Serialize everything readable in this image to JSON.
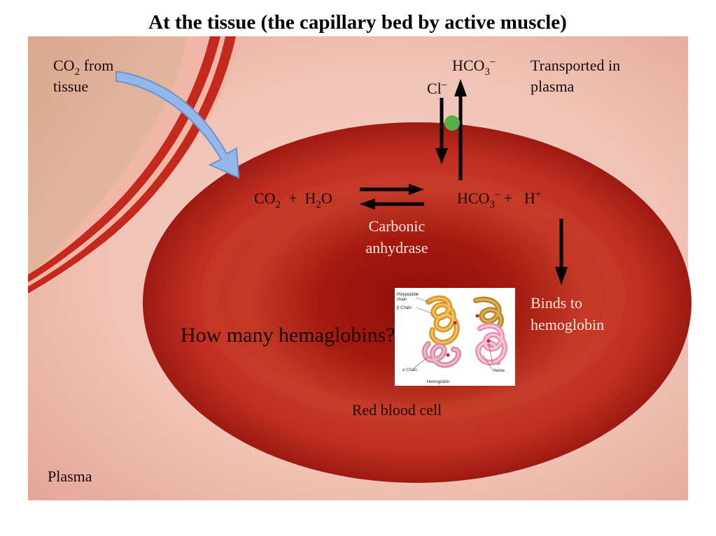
{
  "title": "At the tissue (the capillary bed by active muscle)",
  "labels": {
    "co2_from": "CO",
    "co2_from_sub": "2",
    "co2_from_rest": " from",
    "tissue": "tissue",
    "hco3_top": "HCO",
    "hco3_top_sub": "3",
    "hco3_top_sup": "–",
    "cl": "Cl",
    "cl_sup": "–",
    "transported_1": "Transported in",
    "transported_2": "plasma",
    "eq_co2": "CO",
    "eq_co2_sub": "2",
    "eq_plus1": "  +  H",
    "eq_h2o_sub": "2",
    "eq_o": "O",
    "eq_hco3": "HCO",
    "eq_hco3_sub": "3",
    "eq_hco3_sup": "–",
    "eq_plus2": " +   H",
    "eq_h_sup": "+",
    "carbonic_1": "Carbonic",
    "carbonic_2": "anhydrase",
    "binds_1": "Binds to",
    "binds_2": "hemoglobin",
    "question": "How many hemaglobins?",
    "rbc": "Red blood cell",
    "plasma": "Plasma"
  },
  "inset": {
    "polypeptide_1": "Polypeptide",
    "polypeptide_2": "chain",
    "beta": "β Chain",
    "alpha": "α Chain",
    "iron": "Iron",
    "heme": "Heme",
    "hemoglobin": "Hemoglobin"
  },
  "colors": {
    "cell": "#b4241a",
    "arrow_blue": "#8fb3e8",
    "channel_green": "#56b047",
    "background_pink": "#f2c7bb"
  }
}
